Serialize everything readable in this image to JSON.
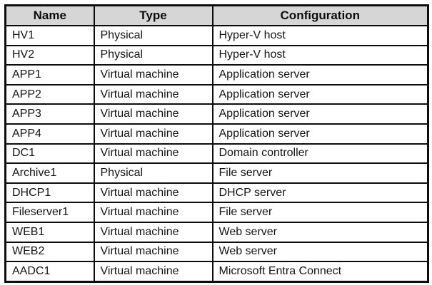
{
  "table": {
    "headers": [
      "Name",
      "Type",
      "Configuration"
    ],
    "rows": [
      [
        "HV1",
        "Physical",
        "Hyper-V host"
      ],
      [
        "HV2",
        "Physical",
        "Hyper-V host"
      ],
      [
        "APP1",
        "Virtual machine",
        "Application server"
      ],
      [
        "APP2",
        "Virtual machine",
        "Application server"
      ],
      [
        "APP3",
        "Virtual machine",
        "Application server"
      ],
      [
        "APP4",
        "Virtual machine",
        "Application server"
      ],
      [
        "DC1",
        "Virtual machine",
        "Domain controller"
      ],
      [
        "Archive1",
        "Physical",
        "File server"
      ],
      [
        "DHCP1",
        "Virtual machine",
        "DHCP server"
      ],
      [
        "Fileserver1",
        "Virtual machine",
        "File server"
      ],
      [
        "WEB1",
        "Virtual machine",
        "Web server"
      ],
      [
        "WEB2",
        "Virtual machine",
        "Web server"
      ],
      [
        "AADC1",
        "Virtual machine",
        "Microsoft Entra Connect"
      ]
    ]
  },
  "colors": {
    "header_background": "#d6d6d6",
    "border": "#0d0d0d",
    "text": "#141414"
  }
}
